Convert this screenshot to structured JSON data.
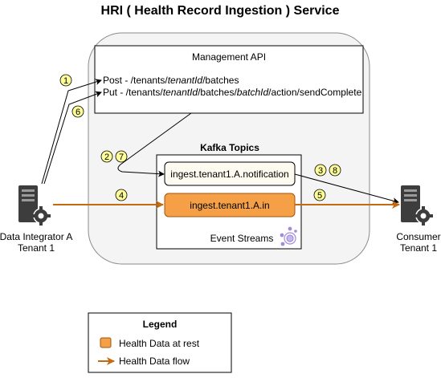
{
  "title": "HRI ( Health Record Ingestion ) Service",
  "management_api": {
    "label": "Management API",
    "post_prefix": "Post - /tenants/",
    "post_tenant": "tenantId",
    "post_suffix": "/batches",
    "put_prefix": "Put - /tenants/",
    "put_tenant": "tenantId",
    "put_mid": "/batches/",
    "put_batch": "batchId",
    "put_suffix": "/action/sendComplete"
  },
  "kafka": {
    "label": "Kafka Topics",
    "notification_topic": "ingest.tenant1.A.notification",
    "data_topic": "ingest.tenant1.A.in",
    "event_streams": "Event Streams"
  },
  "integrator": {
    "line1": "Data Integrator A",
    "line2": "Tenant 1"
  },
  "consumer": {
    "line1": "Consumer",
    "line2": "Tenant 1"
  },
  "steps": {
    "s1": "1",
    "s6": "6",
    "s2": "2",
    "s7": "7",
    "s4": "4",
    "s3": "3",
    "s8": "8",
    "s5": "5"
  },
  "legend": {
    "title": "Legend",
    "at_rest": "Health Data at rest",
    "flow": "Health Data flow"
  },
  "colors": {
    "orange_fill": "#F5A047",
    "orange_line": "#C46A12",
    "step_badge": "#FFFF99",
    "service_bg": "#F4F4F4",
    "topic_bg": "#FDFBEF"
  }
}
